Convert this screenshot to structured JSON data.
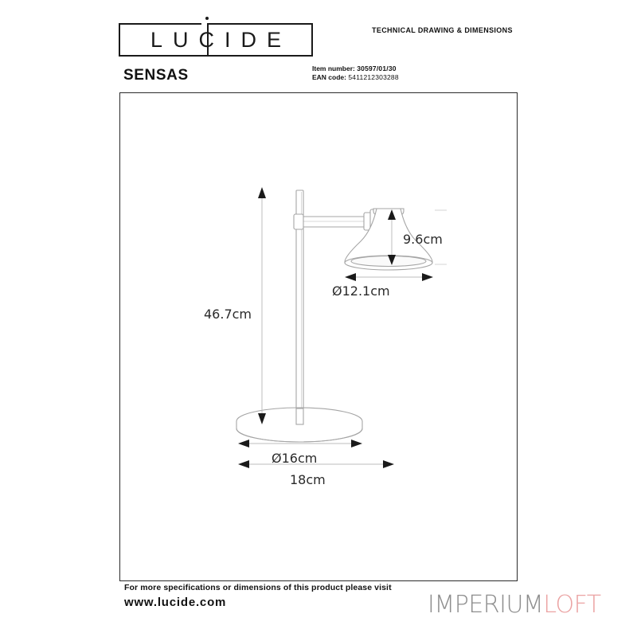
{
  "header": {
    "brand_logo_text": "LUCIDE",
    "tech_heading": "TECHNICAL DRAWING & DIMENSIONS",
    "product_name": "SENSAS",
    "item_number_label": "Item number:",
    "item_number_value": "30597/01/30",
    "ean_label": "EAN code:",
    "ean_value": "5411212303288"
  },
  "drawing": {
    "title": "SENSAS table lamp technical drawing",
    "dimensions": {
      "total_height": "46.7cm",
      "shade_height": "9.6cm",
      "shade_diameter": "Ø12.1cm",
      "base_diameter": "Ø16cm",
      "base_overall_width": "18cm"
    }
  },
  "footer": {
    "note": "For more specifications or dimensions of this product please visit",
    "url": "www.lucide.com",
    "watermark_primary": "IMPERIUM",
    "watermark_accent": "LOFT"
  },
  "colors": {
    "line": "#2a2a2a",
    "drawing_line": "#9a9a9a",
    "watermark_gray": "#8e8e8e",
    "watermark_pink": "#eba3a3"
  }
}
